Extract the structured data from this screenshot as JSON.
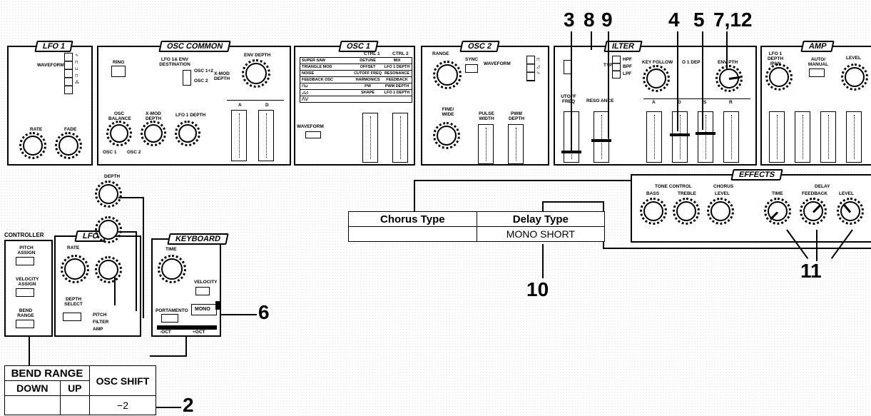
{
  "panels": {
    "lfo1": "LFO 1",
    "osc_common": "OSC COMMON",
    "osc1": "OSC 1",
    "osc2": "OSC 2",
    "filter": "ILTER",
    "amp": "AMP",
    "effects": "EFFECTS",
    "controller": "CONTROLLER",
    "lfo": "LFO",
    "keyboard": "KEYBOARD"
  },
  "labels": {
    "waveform": "WAVEFORM",
    "rate": "RATE",
    "fade": "FADE",
    "ring": "RING",
    "lfo_env_dest": "LFO 1& ENV DESTINATION",
    "osc12": "OSC 1+2",
    "osc2": "OSC 2",
    "xmod_depth_side": "X-MOD DEPTH",
    "env_depth": "ENV DEPTH",
    "osc_balance": "OSC BALANCE",
    "xmod_depth": "X-MOD DEPTH",
    "lfo1_depth": "LFO 1 DEPTH",
    "osc1_bottom": "OSC 1",
    "osc2_bottom": "OSC 2",
    "env_a": "A",
    "env_d": "D",
    "ctrl1": "CTRL 1",
    "ctrl2": "CTRL 2",
    "osc1_rows": [
      [
        "SUPER SAW",
        "DETUNE",
        "MIX"
      ],
      [
        "TRIANGLE MOD",
        "OFFSET",
        "LFO 1 DEPTH"
      ],
      [
        "NOISE",
        "CUTOFF FREQ",
        "RESONANCE"
      ],
      [
        "FEEDBACK OSC",
        "HARMONICS",
        "FEEDBACK"
      ],
      [
        "",
        "PW",
        "PWM DEPTH"
      ],
      [
        "",
        "SHAPE",
        "LFO 1 DEPTH"
      ]
    ],
    "range": "RANGE",
    "sync": "SYNC",
    "fine_wide": "FINE/ WIDE",
    "pulse_width": "PULSE WIDTH",
    "pwm_depth": "PWM DEPTH",
    "cutoff_freq": "UTOFF FREQ",
    "resonance": "RESO   ANCE",
    "key_follow": "KEY FOLLOW",
    "lfo1_dep": "O 1 DEP",
    "env_depth_filter": "ENV  PTH",
    "type": "TYPE",
    "hpf": "HPF",
    "bpf": "BPF",
    "lpf": "LPF",
    "filter_adsr": [
      "A",
      "D",
      "S",
      "R"
    ],
    "lfo1_depth_pan": "LFO 1 DEPTH /PAN",
    "auto_manual": "AUTO/ MANUAL",
    "level": "LEVEL",
    "tone_control": "TONE CONTROL",
    "bass": "BASS",
    "treble": "TREBLE",
    "chorus": "CHORUS",
    "delay": "DELAY",
    "time": "TIME",
    "feedback": "FEEDBACK",
    "depth": "DEPTH",
    "depth_select": "DEPTH SELECT",
    "pitch": "PITCH",
    "filter": "FILTER",
    "amp_dest": "AMP",
    "pitch_assign": "PITCH ASSIGN",
    "velocity_assign": "VELOCITY ASSIGN",
    "bend_range_btn": "BEND RANGE",
    "velocity": "VELOCITY",
    "portamento": "PORTAMENTO",
    "mono": "MONO",
    "osc_shift": "OSC SHIFT",
    "minus_oct": "-OCT",
    "plus_oct": "+OCT"
  },
  "callouts": [
    "3",
    "8",
    "9",
    "4",
    "5",
    "7,12",
    "6",
    "10",
    "11",
    "2"
  ],
  "effects_table": {
    "headers": [
      "Chorus Type",
      "Delay Type"
    ],
    "values": [
      "",
      "MONO SHORT"
    ]
  },
  "bend_table": {
    "header": "BEND RANGE",
    "sub": [
      "DOWN",
      "UP"
    ],
    "osc_shift_header": "OSC SHIFT",
    "osc_shift_value": "−2"
  }
}
